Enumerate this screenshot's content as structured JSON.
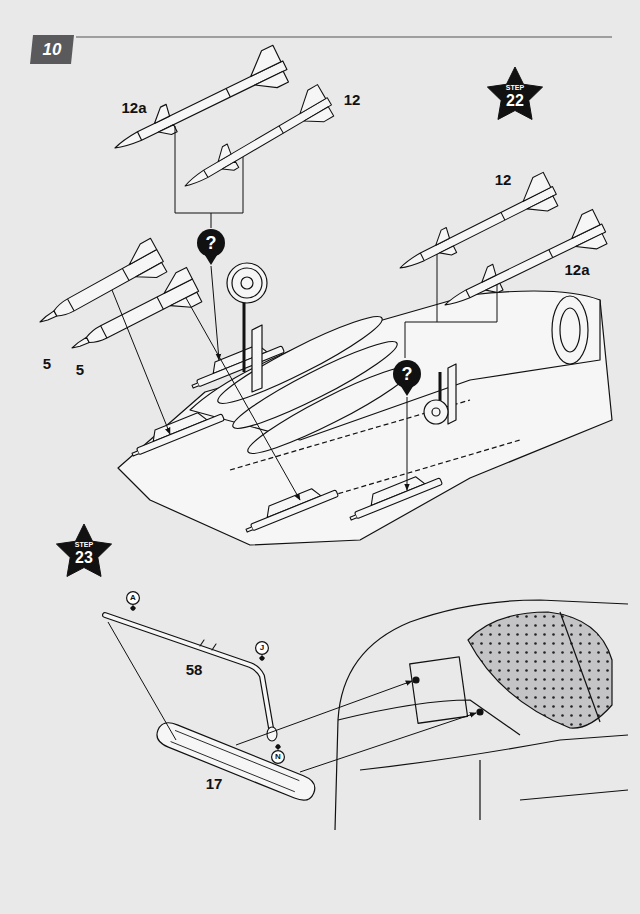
{
  "diagram": {
    "nodes": [
      {
        "text": [
          "10"
        ]
      },
      {
        "text": [
          "STEP",
          "22"
        ]
      },
      {
        "text": [
          "?"
        ]
      },
      {
        "text": [
          "?"
        ]
      },
      {
        "text": [
          "STEP",
          "23"
        ]
      },
      {
        "text": [
          "A"
        ]
      },
      {
        "text": [
          "J"
        ]
      },
      {
        "text": [
          "N"
        ]
      }
    ],
    "labels": [
      "12a",
      "12",
      "12",
      "12a",
      "5",
      "5",
      "58",
      "17"
    ]
  }
}
